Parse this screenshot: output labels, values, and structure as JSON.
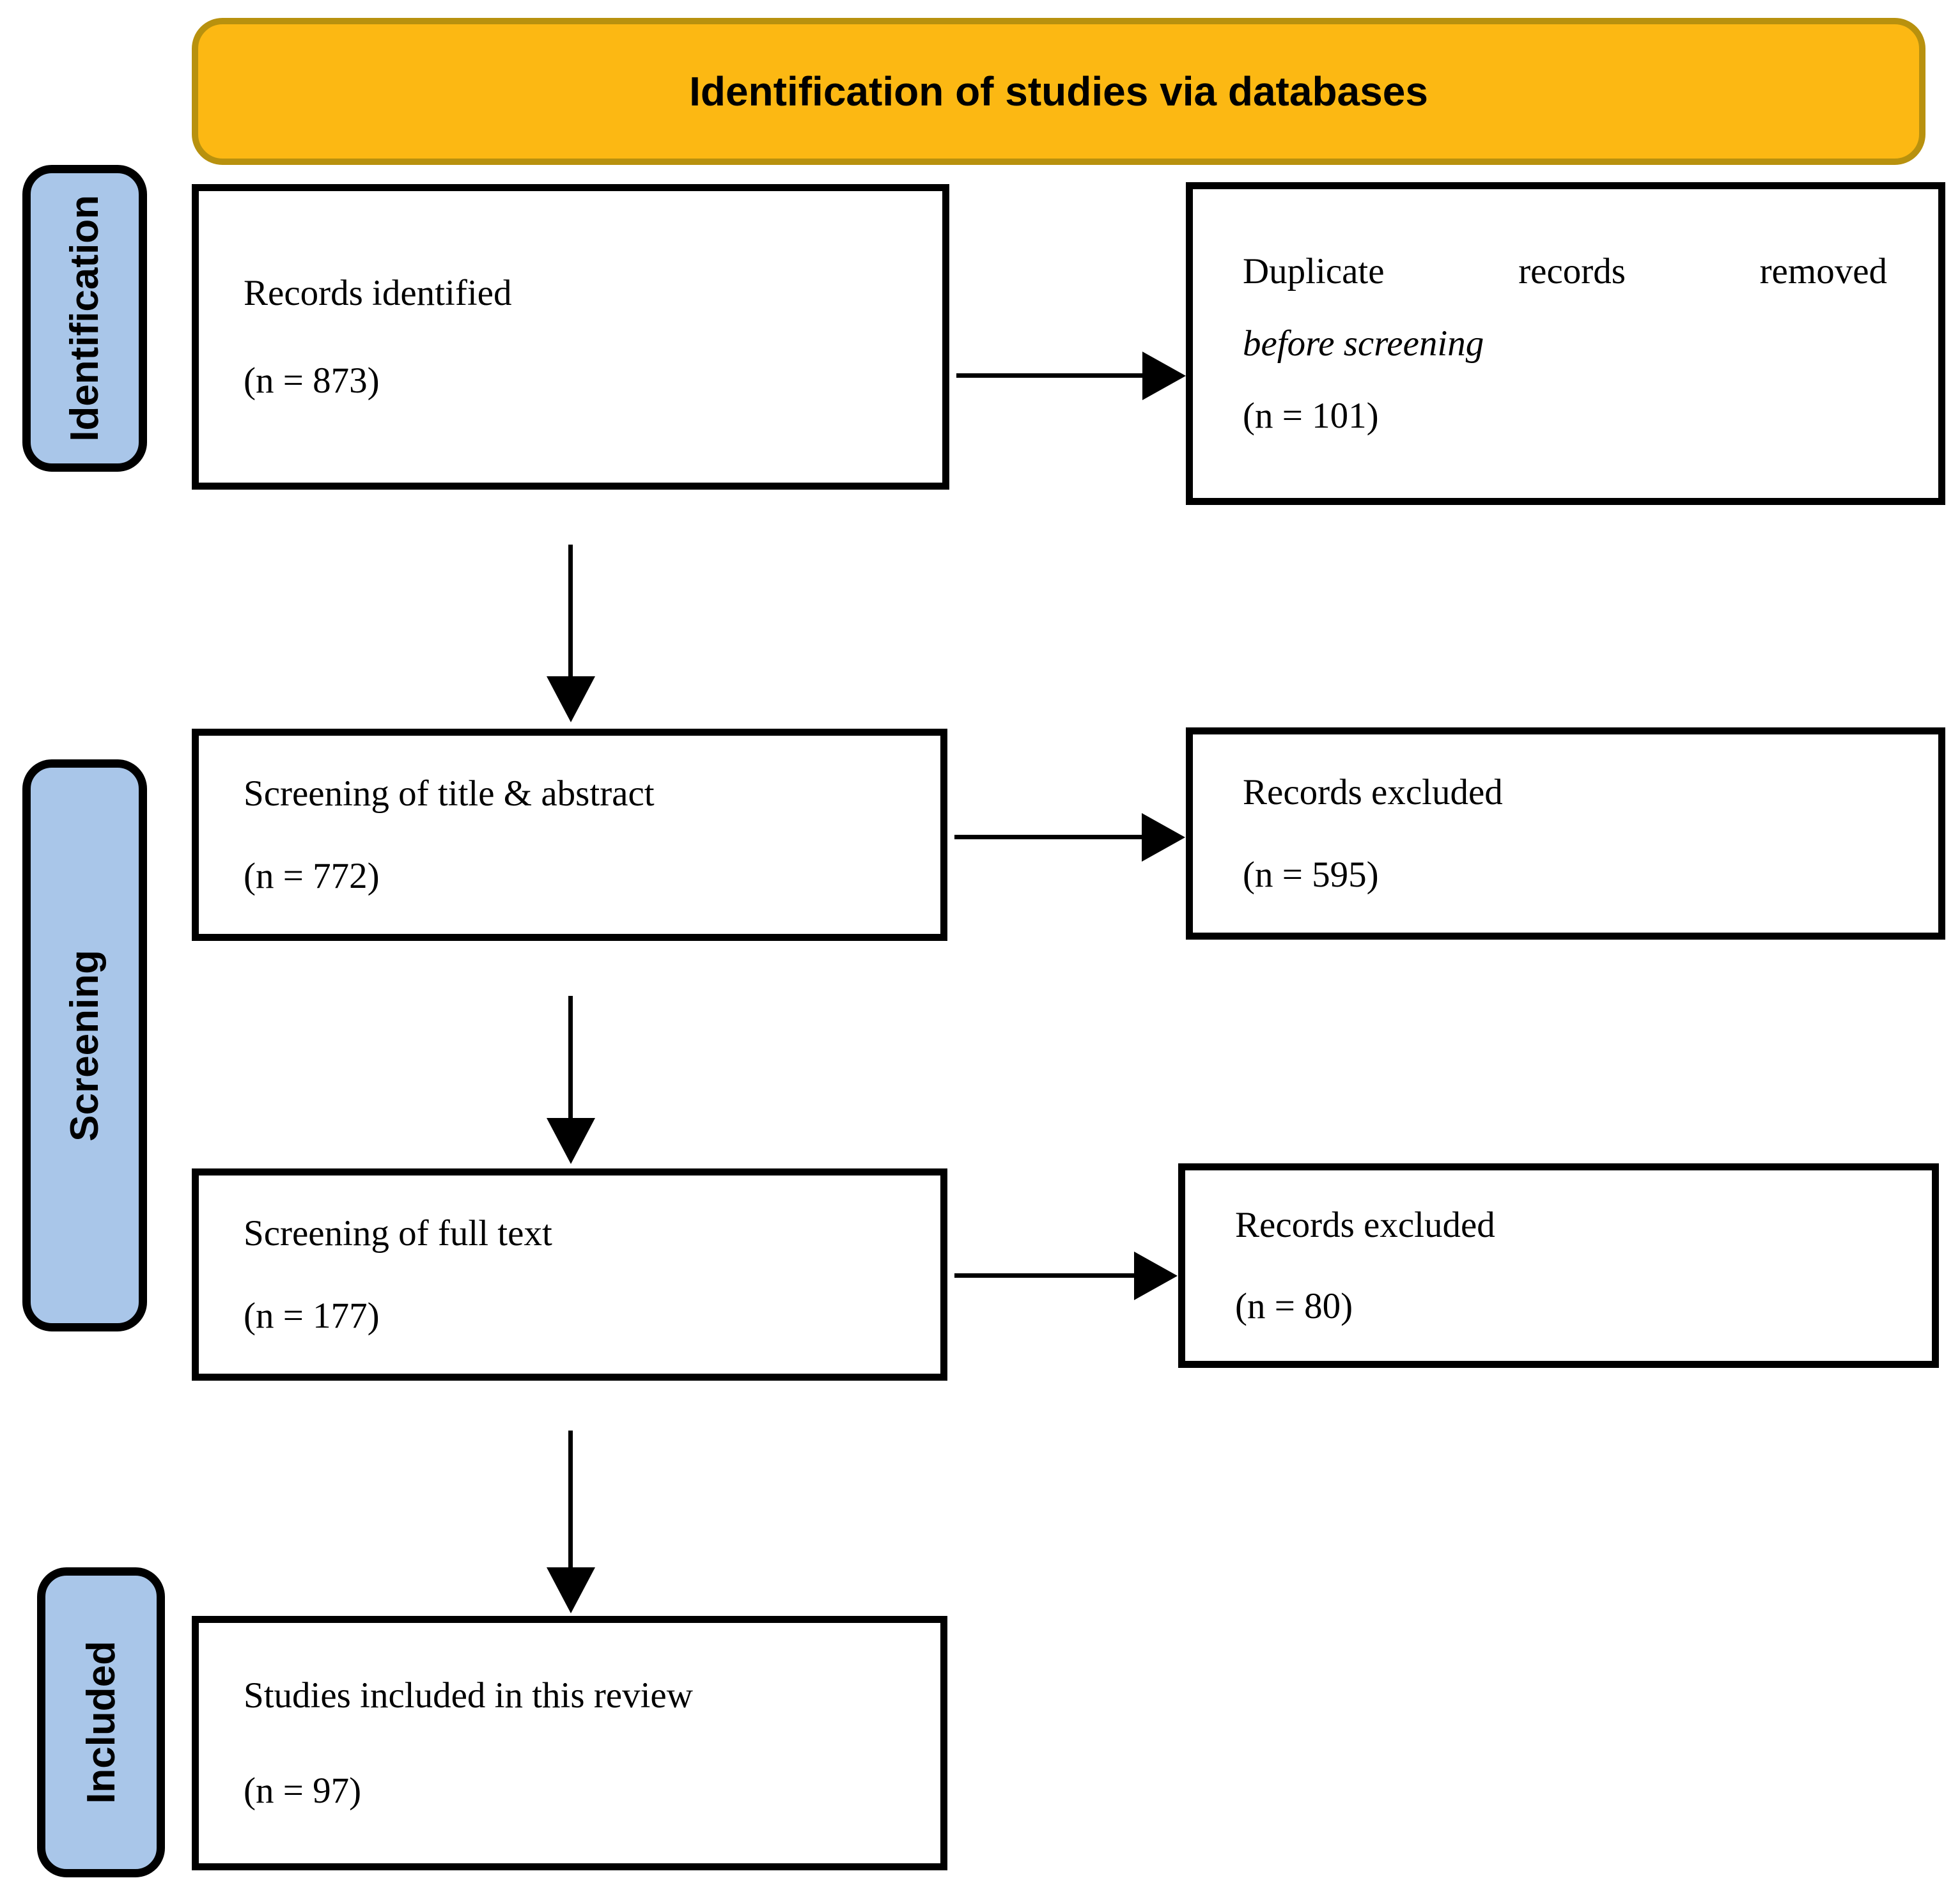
{
  "banner": {
    "title": "Identification of studies via databases"
  },
  "stages": [
    {
      "label": "Identification"
    },
    {
      "label": "Screening"
    },
    {
      "label": "Included"
    }
  ],
  "boxes": {
    "records_identified": {
      "lines": [
        "Records identified",
        "(n = 873)"
      ]
    },
    "duplicates_removed": {
      "lines": [
        "Duplicate records removed",
        "before screening",
        "(n = 101)"
      ]
    },
    "title_abstract": {
      "lines": [
        "Screening of title & abstract",
        "(n = 772)"
      ]
    },
    "excluded_1": {
      "lines": [
        "Records excluded",
        "(n = 595)"
      ]
    },
    "full_text": {
      "lines": [
        "Screening of full text",
        "(n = 177)"
      ]
    },
    "excluded_2": {
      "lines": [
        "Records excluded",
        "(n = 80)"
      ]
    },
    "included": {
      "lines": [
        "Studies included in this review",
        "(n = 97)"
      ]
    }
  },
  "colors": {
    "banner_fill": "#FCB813",
    "banner_border": "#B8910E",
    "stage_fill": "#A9C6E9",
    "stage_border": "#000000",
    "box_border": "#000000",
    "arrow": "#000000"
  }
}
